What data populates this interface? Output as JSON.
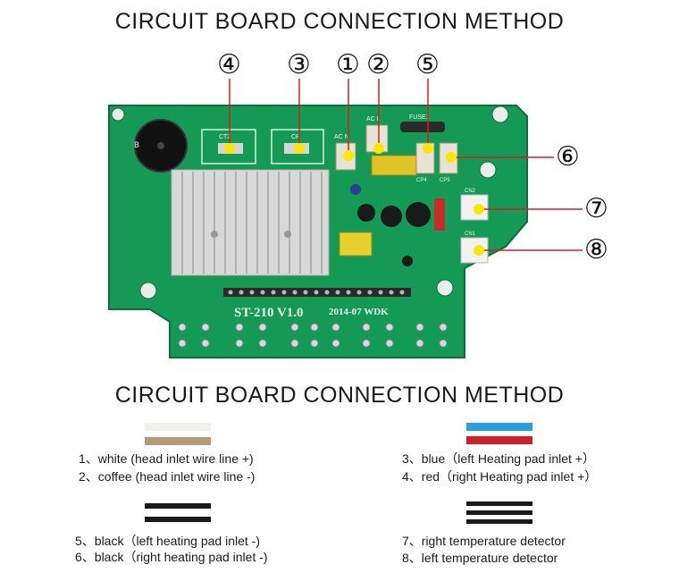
{
  "header": {
    "title": "CIRCUIT BOARD CONNECTION METHOD"
  },
  "board": {
    "silkscreen_main": "ST-210  V1.0",
    "silkscreen_date": "2014-07  WDK",
    "label_ct2": "CT2",
    "label_cp": "CP",
    "label_acn": "AC N",
    "label_acl": "AC L",
    "label_fuse": "FUSE1",
    "label_cp4": "CP4",
    "label_cp5": "CP5",
    "label_cn2": "CN2",
    "label_cn1": "CN1",
    "label_b": "B"
  },
  "callouts": [
    "④",
    "③",
    "①",
    "②",
    "⑤",
    "⑥",
    "⑦",
    "⑧"
  ],
  "legend": {
    "title": "CIRCUIT BOARD CONNECTION METHOD",
    "groups": [
      {
        "lines": [
          "1、white (head inlet wire line +)",
          "2、coffee (head inlet wire line -)"
        ],
        "colors": [
          "#f2f0ee",
          "#b59a78"
        ]
      },
      {
        "lines": [
          "3、blue（left Heating pad inlet +）",
          "4、red（right Heating pad inlet +）"
        ],
        "colors": [
          "#2a9fe0",
          "#d0202a"
        ]
      },
      {
        "lines": [
          "5、black（left heating pad inlet -)",
          "6、black（right heating pad inlet -)"
        ],
        "colors": [
          "#1a1a1a",
          "#1a1a1a"
        ]
      },
      {
        "lines": [
          "7、right temperature detector",
          "8、left temperature detector"
        ],
        "colors": [
          "#1a1a1a",
          "#1a1a1a",
          "#1a1a1a"
        ]
      }
    ]
  }
}
